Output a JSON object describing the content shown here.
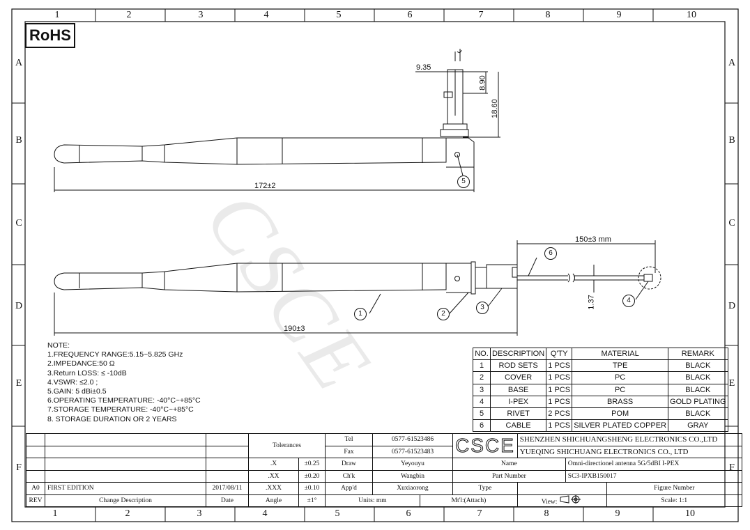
{
  "logo": {
    "rohs": "RoHS",
    "csce": "CSCE"
  },
  "zones": {
    "columns": [
      "1",
      "2",
      "3",
      "4",
      "5",
      "6",
      "7",
      "8",
      "9",
      "10"
    ],
    "rows": [
      "A",
      "B",
      "C",
      "D",
      "E",
      "F"
    ]
  },
  "dimensions": {
    "top_width": "9.35",
    "top_h1": "8.90",
    "top_h2": "18.60",
    "length_top": "172±2",
    "cable_length": "150±3 mm",
    "cable_dia": "1.37",
    "length_bottom": "190±3"
  },
  "callouts": [
    "1",
    "2",
    "3",
    "4",
    "5",
    "6"
  ],
  "notes": [
    "NOTE:",
    "1.FREQUENCY RANGE:5.15~5.825 GHz",
    "2.IMPEDANCE:50 Ω",
    "3.Return LOSS: ≤ -10dB",
    "4.VSWR: ≤2.0 ;",
    "5.GAIN: 5 dBi±0.5",
    "6.OPERATING TEMPERATURE: -40°C~+85°C",
    "7.STORAGE TEMPERATURE: -40°C~+85°C",
    "8. STORAGE DURATION OR 2 YEARS"
  ],
  "bom": {
    "headers": [
      "NO.",
      "DESCRIPTION",
      "Q'TY",
      "MATERIAL",
      "REMARK"
    ],
    "rows": [
      [
        "1",
        "ROD SETS",
        "1 PCS",
        "TPE",
        "BLACK"
      ],
      [
        "2",
        "COVER",
        "1 PCS",
        "PC",
        "BLACK"
      ],
      [
        "3",
        "BASE",
        "1 PCS",
        "PC",
        "BLACK"
      ],
      [
        "4",
        "I-PEX",
        "1 PCS",
        "BRASS",
        "GOLD PLATING"
      ],
      [
        "5",
        "RIVET",
        "2 PCS",
        "POM",
        "BLACK"
      ],
      [
        "6",
        "CABLE",
        "1 PCS",
        "SILVER PLATED COPPER",
        "GRAY"
      ]
    ]
  },
  "title_block": {
    "tolerances": "Tolerances",
    "tol_rows": [
      [
        ".X",
        "±0.25"
      ],
      [
        ".XX",
        "±0.20"
      ],
      [
        ".XXX",
        "±0.10"
      ],
      [
        "Angle",
        "±1°"
      ]
    ],
    "tel_label": "Tel",
    "tel": "0577-61523486",
    "fax_label": "Fax",
    "fax": "0577-61523483",
    "company_1": "SHENZHEN SHICHUANGSHENG ELECTRONICS CO.,LTD",
    "company_2": "YUEQING SHICHUANG ELECTRONICS CO., LTD",
    "draw_label": "Draw",
    "draw": "Yeyouyu",
    "chk_label": "Ch'k",
    "chk": "Wangbin",
    "appd_label": "App'd",
    "appd": "Xuxiaorong",
    "name_label": "Name",
    "name": "Omni-directionel antenna 5G/5dBI I-PEX",
    "part_label": "Part Number",
    "part": "SC3-IPXB150017",
    "type_label": "Type",
    "figure_label": "Figure Number",
    "units": "Units: mm",
    "material": "Mt'l:(Attach)",
    "view": "View:",
    "scale": "Scale: 1:1",
    "rev_code": "A0",
    "rev_desc": "FIRST EDITION",
    "rev_date": "2017/08/11",
    "rev_label": "REV",
    "change_label": "Change Description",
    "date_label": "Date"
  },
  "watermark": "CSCE"
}
